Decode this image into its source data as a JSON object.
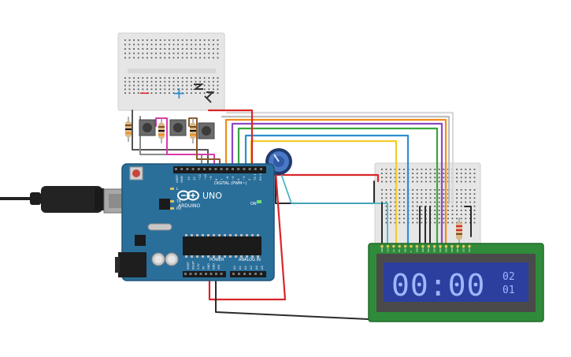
{
  "arduino": {
    "brand": "ARDUINO",
    "model": "UNO",
    "digital_label": "DIGITAL (PWM~)",
    "power_label": "POWER",
    "analog_label": "ANALOG IN",
    "on_label": "ON",
    "aref_label": "AREF",
    "gnd_label": "GND",
    "tx_label": "TX",
    "rx_label": "RX",
    "l_label": "L",
    "digital_pins": [
      "13",
      "12",
      "~11",
      "~10",
      "~9",
      "8",
      "7",
      "~6",
      "~5",
      "4",
      "~3",
      "2",
      "TX 1",
      "RX 0"
    ],
    "power_pins": [
      "IOREF",
      "RESET",
      "3.3V",
      "5V",
      "GND",
      "GND",
      "VIN"
    ],
    "analog_pins": [
      "A0",
      "A1",
      "A2",
      "A3",
      "A4",
      "A5"
    ]
  },
  "breadboard_top": {
    "minus_symbol": "−",
    "plus_symbol": "+"
  },
  "lcd": {
    "big_time": "00:00",
    "small_top": "02",
    "small_bottom": "01",
    "pin_labels": [
      "GND",
      "VCC",
      "V0",
      "RS",
      "RW",
      "E",
      "DB0",
      "DB1",
      "DB2",
      "DB3",
      "DB4",
      "DB5",
      "DB6",
      "DB7",
      "LED",
      "LED"
    ]
  },
  "colors": {
    "arduino_board": "#2a6f9a",
    "lcd_pcb": "#2f8b3a",
    "lcd_screen": "#2c3f9e",
    "lcd_text": "#9db7ff",
    "wire_red": "#d9262b",
    "wire_black": "#2b2b2b",
    "wire_orange": "#f28c1c",
    "wire_yellow": "#f4cc2a",
    "wire_green": "#3aa63c",
    "wire_blue": "#2d8fd0",
    "wire_purple": "#8b49c4",
    "wire_gray": "#9a9a9a",
    "wire_pink": "#d83aa8",
    "wire_white": "#d8d8d8"
  }
}
